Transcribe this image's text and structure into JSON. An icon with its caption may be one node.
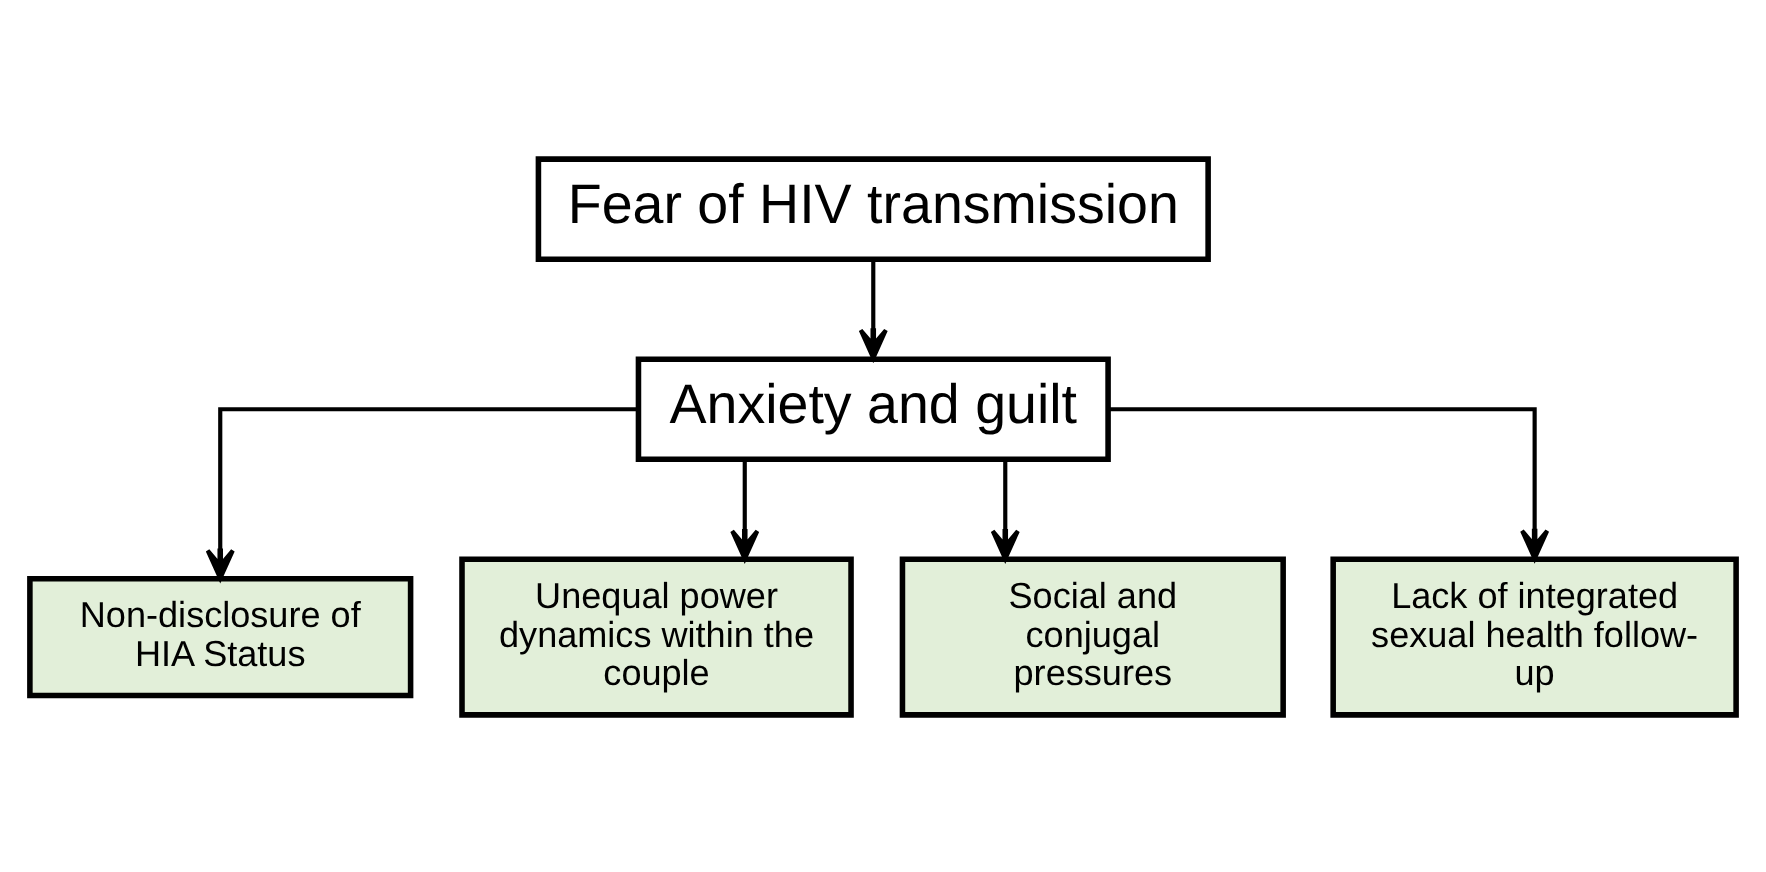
{
  "diagram": {
    "nodes": [
      {
        "text": [
          "Fear of HIV transmission"
        ]
      },
      {
        "text": [
          "Anxiety and guilt"
        ]
      },
      {
        "text": [
          "Non-disclosure of HIA Status"
        ]
      },
      {
        "text": [
          "Unequal power dynamics within the couple"
        ]
      },
      {
        "text": [
          "Social and conjugal pressures"
        ]
      },
      {
        "text": [
          "Lack of integrated sexual health follow-up"
        ]
      }
    ],
    "edges": [
      {
        "from": 0,
        "to": 1,
        "arrow": "to"
      },
      {
        "from": 1,
        "to": 2,
        "arrow": "to"
      },
      {
        "from": 1,
        "to": 3,
        "arrow": "to"
      },
      {
        "from": 1,
        "to": 4,
        "arrow": "to"
      },
      {
        "from": 1,
        "to": 5,
        "arrow": "to"
      }
    ]
  }
}
